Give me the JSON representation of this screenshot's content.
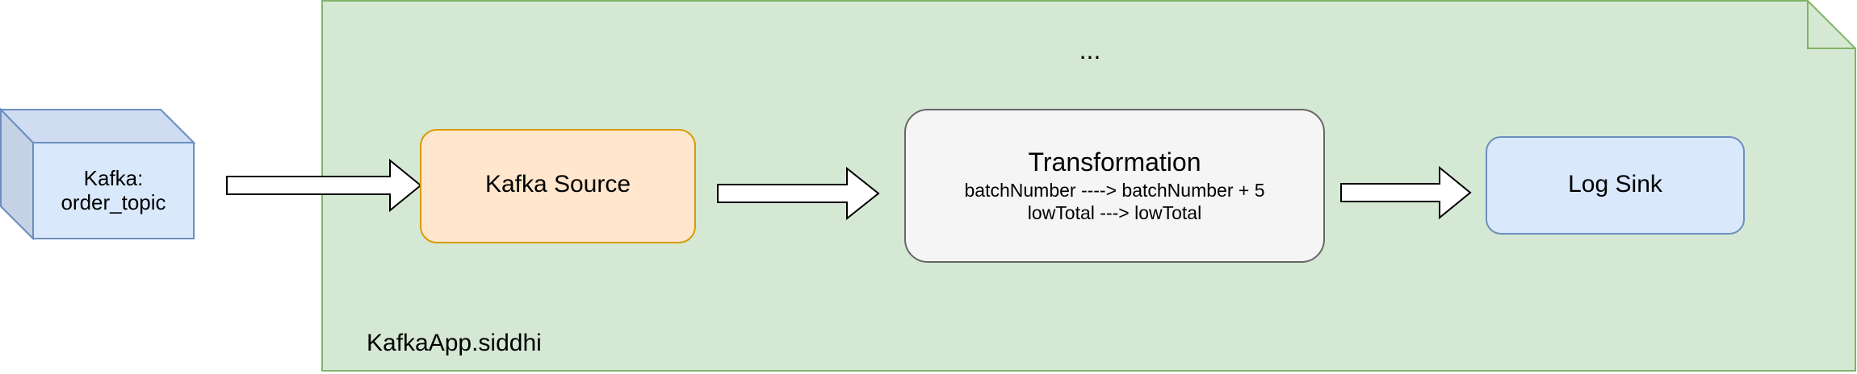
{
  "colors": {
    "container_fill": "#d5e8d4",
    "container_stroke": "#82b366",
    "kafka_cube_fill": "#dae8fc",
    "kafka_cube_stroke": "#6c8ebf",
    "source_fill": "#ffe6cc",
    "source_stroke": "#d79b00",
    "transform_fill": "#f5f5f5",
    "transform_stroke": "#666666",
    "sink_fill": "#dae8fc",
    "sink_stroke": "#6c8ebf",
    "arrow_fill": "#ffffff",
    "arrow_stroke": "#000000"
  },
  "diagram": {
    "container_label": "KafkaApp.siddhi",
    "ellipsis": "...",
    "kafka_topic": {
      "line1": "Kafka:",
      "line2": "order_topic"
    },
    "kafka_source": "Kafka Source",
    "transformation": {
      "title": "Transformation",
      "line1": "batchNumber ----> batchNumber + 5",
      "line2": "lowTotal ---> lowTotal"
    },
    "log_sink": "Log Sink"
  }
}
